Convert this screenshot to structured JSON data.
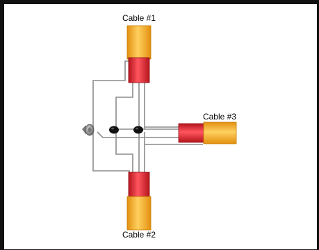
{
  "diagram": {
    "cables": [
      {
        "label": "Cable #1"
      },
      {
        "label": "Cable #2"
      },
      {
        "label": "Cable #3"
      }
    ],
    "colors": {
      "jacket_orange": "#f0a418",
      "jacket_orange_highlight": "#ffd060",
      "sheath_red": "#d2232a",
      "sheath_red_highlight": "#ff5560",
      "wire": "#8c8c8c",
      "wire_dark": "#444444",
      "connector": "#111111",
      "ground": "#9a9a9a"
    }
  }
}
